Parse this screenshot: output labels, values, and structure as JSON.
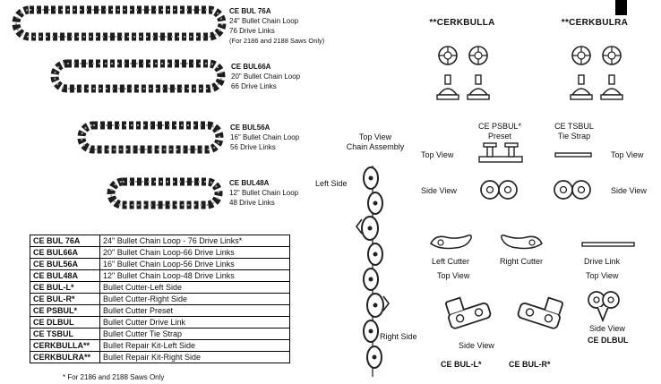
{
  "chain_loops": [
    {
      "part": "CE BUL 76A",
      "line1": "24\" Bullet Chain Loop",
      "line2": "76 Drive Links",
      "line3": "(For 2186 and 2188 Saws Only)"
    },
    {
      "part": "CE BUL66A",
      "line1": "20\" Bullet Chain Loop",
      "line2": "66 Drive Links"
    },
    {
      "part": "CE BUL56A",
      "line1": "16\" Bullet Chain Loop",
      "line2": "56 Drive Links"
    },
    {
      "part": "CE BUL48A",
      "line1": "12\" Bullet Chain Loop",
      "line2": "48 Drive Links"
    }
  ],
  "parts_table": {
    "rows": [
      {
        "part": "CE BUL 76A",
        "desc": "24\" Bullet Chain Loop - 76 Drive Links*"
      },
      {
        "part": "CE BUL66A",
        "desc": "20\" Bullet Chain Loop-66 Drive Links"
      },
      {
        "part": "CE BUL56A",
        "desc": "16\" Bullet Chain Loop-56 Drive Links"
      },
      {
        "part": "CE BUL48A",
        "desc": "12\" Bullet Chain Loop-48 Drive Links"
      },
      {
        "part": "CE BUL-L*",
        "desc": "Bullet Cutter-Left Side"
      },
      {
        "part": "CE BUL-R*",
        "desc": "Bullet Cutter-Right Side"
      },
      {
        "part": "CE PSBUL*",
        "desc": "Bullet Cutter Preset"
      },
      {
        "part": "CE DLBUL",
        "desc": "Bullet Cutter Drive Link"
      },
      {
        "part": "CE TSBUL",
        "desc": "Bullet Cutter Tie Strap"
      },
      {
        "part": "CERKBULLA**",
        "desc": "Bullet Repair Kit-Left Side"
      },
      {
        "part": "CERKBULRA**",
        "desc": "Bullet Repair Kit-Right Side"
      }
    ],
    "footnote": "* For 2186 and 2188 Saws Only"
  },
  "assembly": {
    "top_view_line1": "Top View",
    "top_view_line2": "Chain Assembly",
    "left_side": "Left Side",
    "right_side": "Right Side"
  },
  "repair_kits": {
    "left_title": "**CERKBULLA",
    "right_title": "**CERKBULRA"
  },
  "preset": {
    "part": "CE PSBUL*",
    "name": "Preset"
  },
  "tie_strap": {
    "part": "CE TSBUL",
    "name": "Tie Strap"
  },
  "views": {
    "top_view": "Top View",
    "side_view": "Side View"
  },
  "cutters": {
    "left_label": "Left Cutter",
    "right_label": "Right Cutter",
    "drive_link_label": "Drive Link",
    "left_part": "CE BUL-L*",
    "right_part": "CE BUL-R*",
    "drive_link_part": "CE DLBUL"
  }
}
